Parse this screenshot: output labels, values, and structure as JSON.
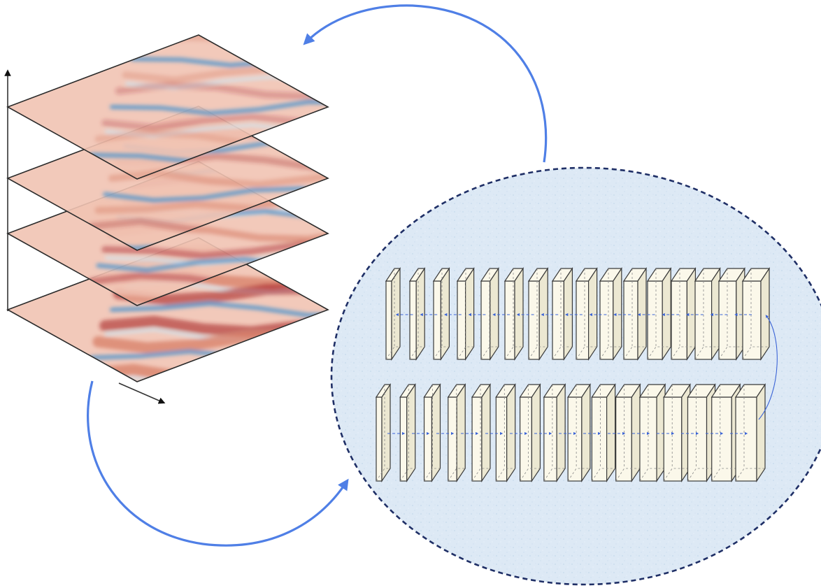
{
  "colors": {
    "arrow_blue": "#4f7fe6",
    "field_red_light": "#f1c3b2",
    "field_red": "#d9826c",
    "field_red_dark": "#a8232a",
    "field_blue": "#4f95cc",
    "field_blue_light": "#cfe4f1",
    "ellipse_fill": "#dde9f5",
    "ellipse_border": "#1f2f66",
    "layer_fill": "#fbf8ea",
    "layer_side": "#ece8d2",
    "flow_arrow": "#3a63d6"
  },
  "icons": {
    "stack_vertical_axis": "arrow-up-icon",
    "stack_horizontal_axis": "arrow-right-icon",
    "cycle_arrow_top": "curved-arrow-icon",
    "cycle_arrow_bottom": "curved-arrow-icon"
  },
  "diagram": {
    "field_snapshot_count": 4,
    "network_rows": 2,
    "layers_per_row": 16,
    "top_row_flow_direction": "right-to-left",
    "bottom_row_flow_direction": "left-to-right"
  }
}
